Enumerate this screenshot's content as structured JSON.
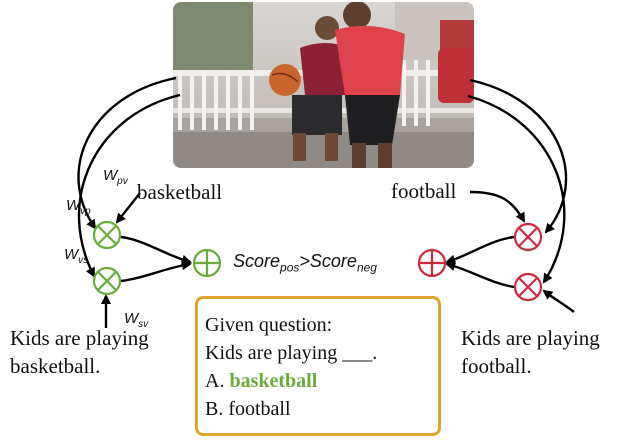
{
  "photo": {
    "description_icon": "photo-kids-playing-basketball"
  },
  "labels": {
    "left_word": "basketball",
    "right_word": "football",
    "left_sentence_line1": "Kids are playing",
    "left_sentence_line2": "basketball.",
    "right_sentence_line1": "Kids are playing",
    "right_sentence_line2": "football."
  },
  "weights": {
    "w_pv_base": "W",
    "w_pv_sub": "pv",
    "w_vp_base": "W",
    "w_vp_sub": "vp",
    "w_vs_base": "W",
    "w_vs_sub": "vs",
    "w_sv_base": "W",
    "w_sv_sub": "sv"
  },
  "score": {
    "left_base": "Score",
    "left_sub": "pos",
    "op": ">",
    "right_base": "Score",
    "right_sub": "neg"
  },
  "question": {
    "title": "Given question:",
    "prompt": "Kids are playing ___.",
    "option_a_prefix": "A. ",
    "option_a_text": "basketball",
    "option_b": "B. football"
  },
  "colors": {
    "positive": "#6aab3a",
    "negative": "#cf2b3c",
    "box_border": "#e0a52b",
    "arrow": "#000000"
  }
}
